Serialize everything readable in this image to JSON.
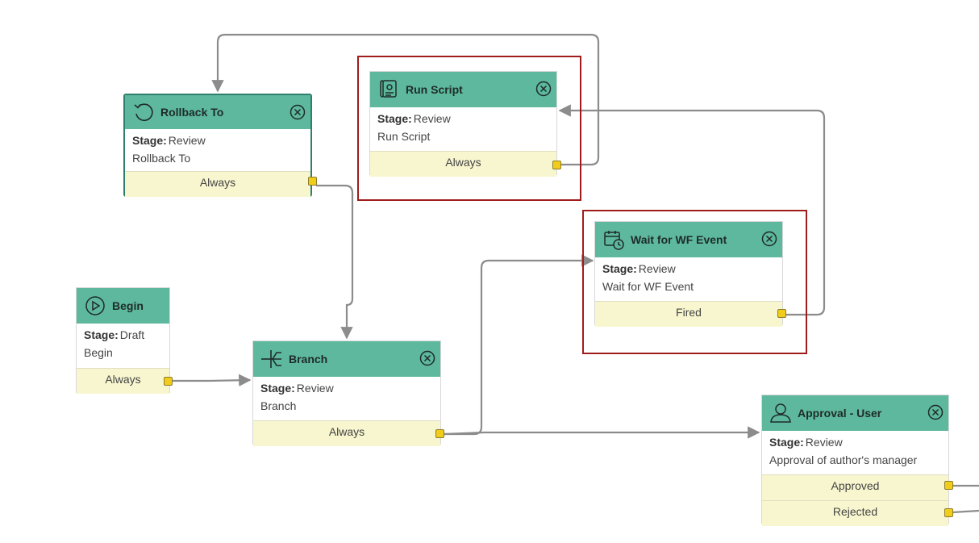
{
  "nodes": {
    "rollback": {
      "title": "Rollback To",
      "stage_label": "Stage:",
      "stage": "Review",
      "description": "Rollback To",
      "outputs": [
        "Always"
      ]
    },
    "run_script": {
      "title": "Run Script",
      "stage_label": "Stage:",
      "stage": "Review",
      "description": "Run Script",
      "outputs": [
        "Always"
      ]
    },
    "wait_event": {
      "title": "Wait for WF Event",
      "stage_label": "Stage:",
      "stage": "Review",
      "description": "Wait for WF Event",
      "outputs": [
        "Fired"
      ]
    },
    "begin": {
      "title": "Begin",
      "stage_label": "Stage:",
      "stage": "Draft",
      "description": "Begin",
      "outputs": [
        "Always"
      ]
    },
    "branch": {
      "title": "Branch",
      "stage_label": "Stage:",
      "stage": "Review",
      "description": "Branch",
      "outputs": [
        "Always"
      ]
    },
    "approval": {
      "title": "Approval - User",
      "stage_label": "Stage:",
      "stage": "Review",
      "description": "Approval of author's manager",
      "outputs": [
        "Approved",
        "Rejected"
      ]
    }
  },
  "icons": {
    "rollback": "rollback-icon",
    "run_script": "script-icon",
    "wait_event": "calendar-clock-icon",
    "begin": "play-icon",
    "branch": "branch-icon",
    "approval": "user-icon",
    "close": "close-circle-icon"
  },
  "colors": {
    "header": "#5db89d",
    "output_band": "#f8f6cf",
    "port": "#f2cc1a",
    "connector": "#8c8c8c",
    "highlight": "#a01c1c",
    "selected_border": "#2e7f6b"
  }
}
